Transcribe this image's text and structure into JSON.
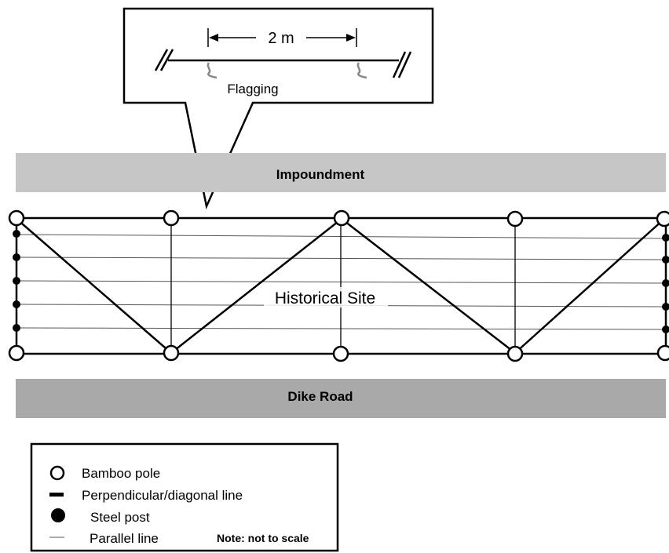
{
  "callout": {
    "distance_label": "2 m",
    "flagging_label": "Flagging"
  },
  "bands": {
    "top_label": "Impoundment",
    "bottom_label": "Dike Road"
  },
  "site": {
    "label": "Historical Site"
  },
  "legend": {
    "items": [
      {
        "symbol": "bamboo-pole",
        "label": "Bamboo pole"
      },
      {
        "symbol": "perpendicular-diagonal-line",
        "label": "Perpendicular/diagonal line"
      },
      {
        "symbol": "steel-post",
        "label": "Steel post"
      },
      {
        "symbol": "parallel-line",
        "label": "Parallel line"
      }
    ],
    "note": "Note: not to scale"
  },
  "colors": {
    "band_top": "#c6c6c6",
    "band_bottom": "#a9a9a9",
    "line": "#000000",
    "flagging": "#888888"
  }
}
